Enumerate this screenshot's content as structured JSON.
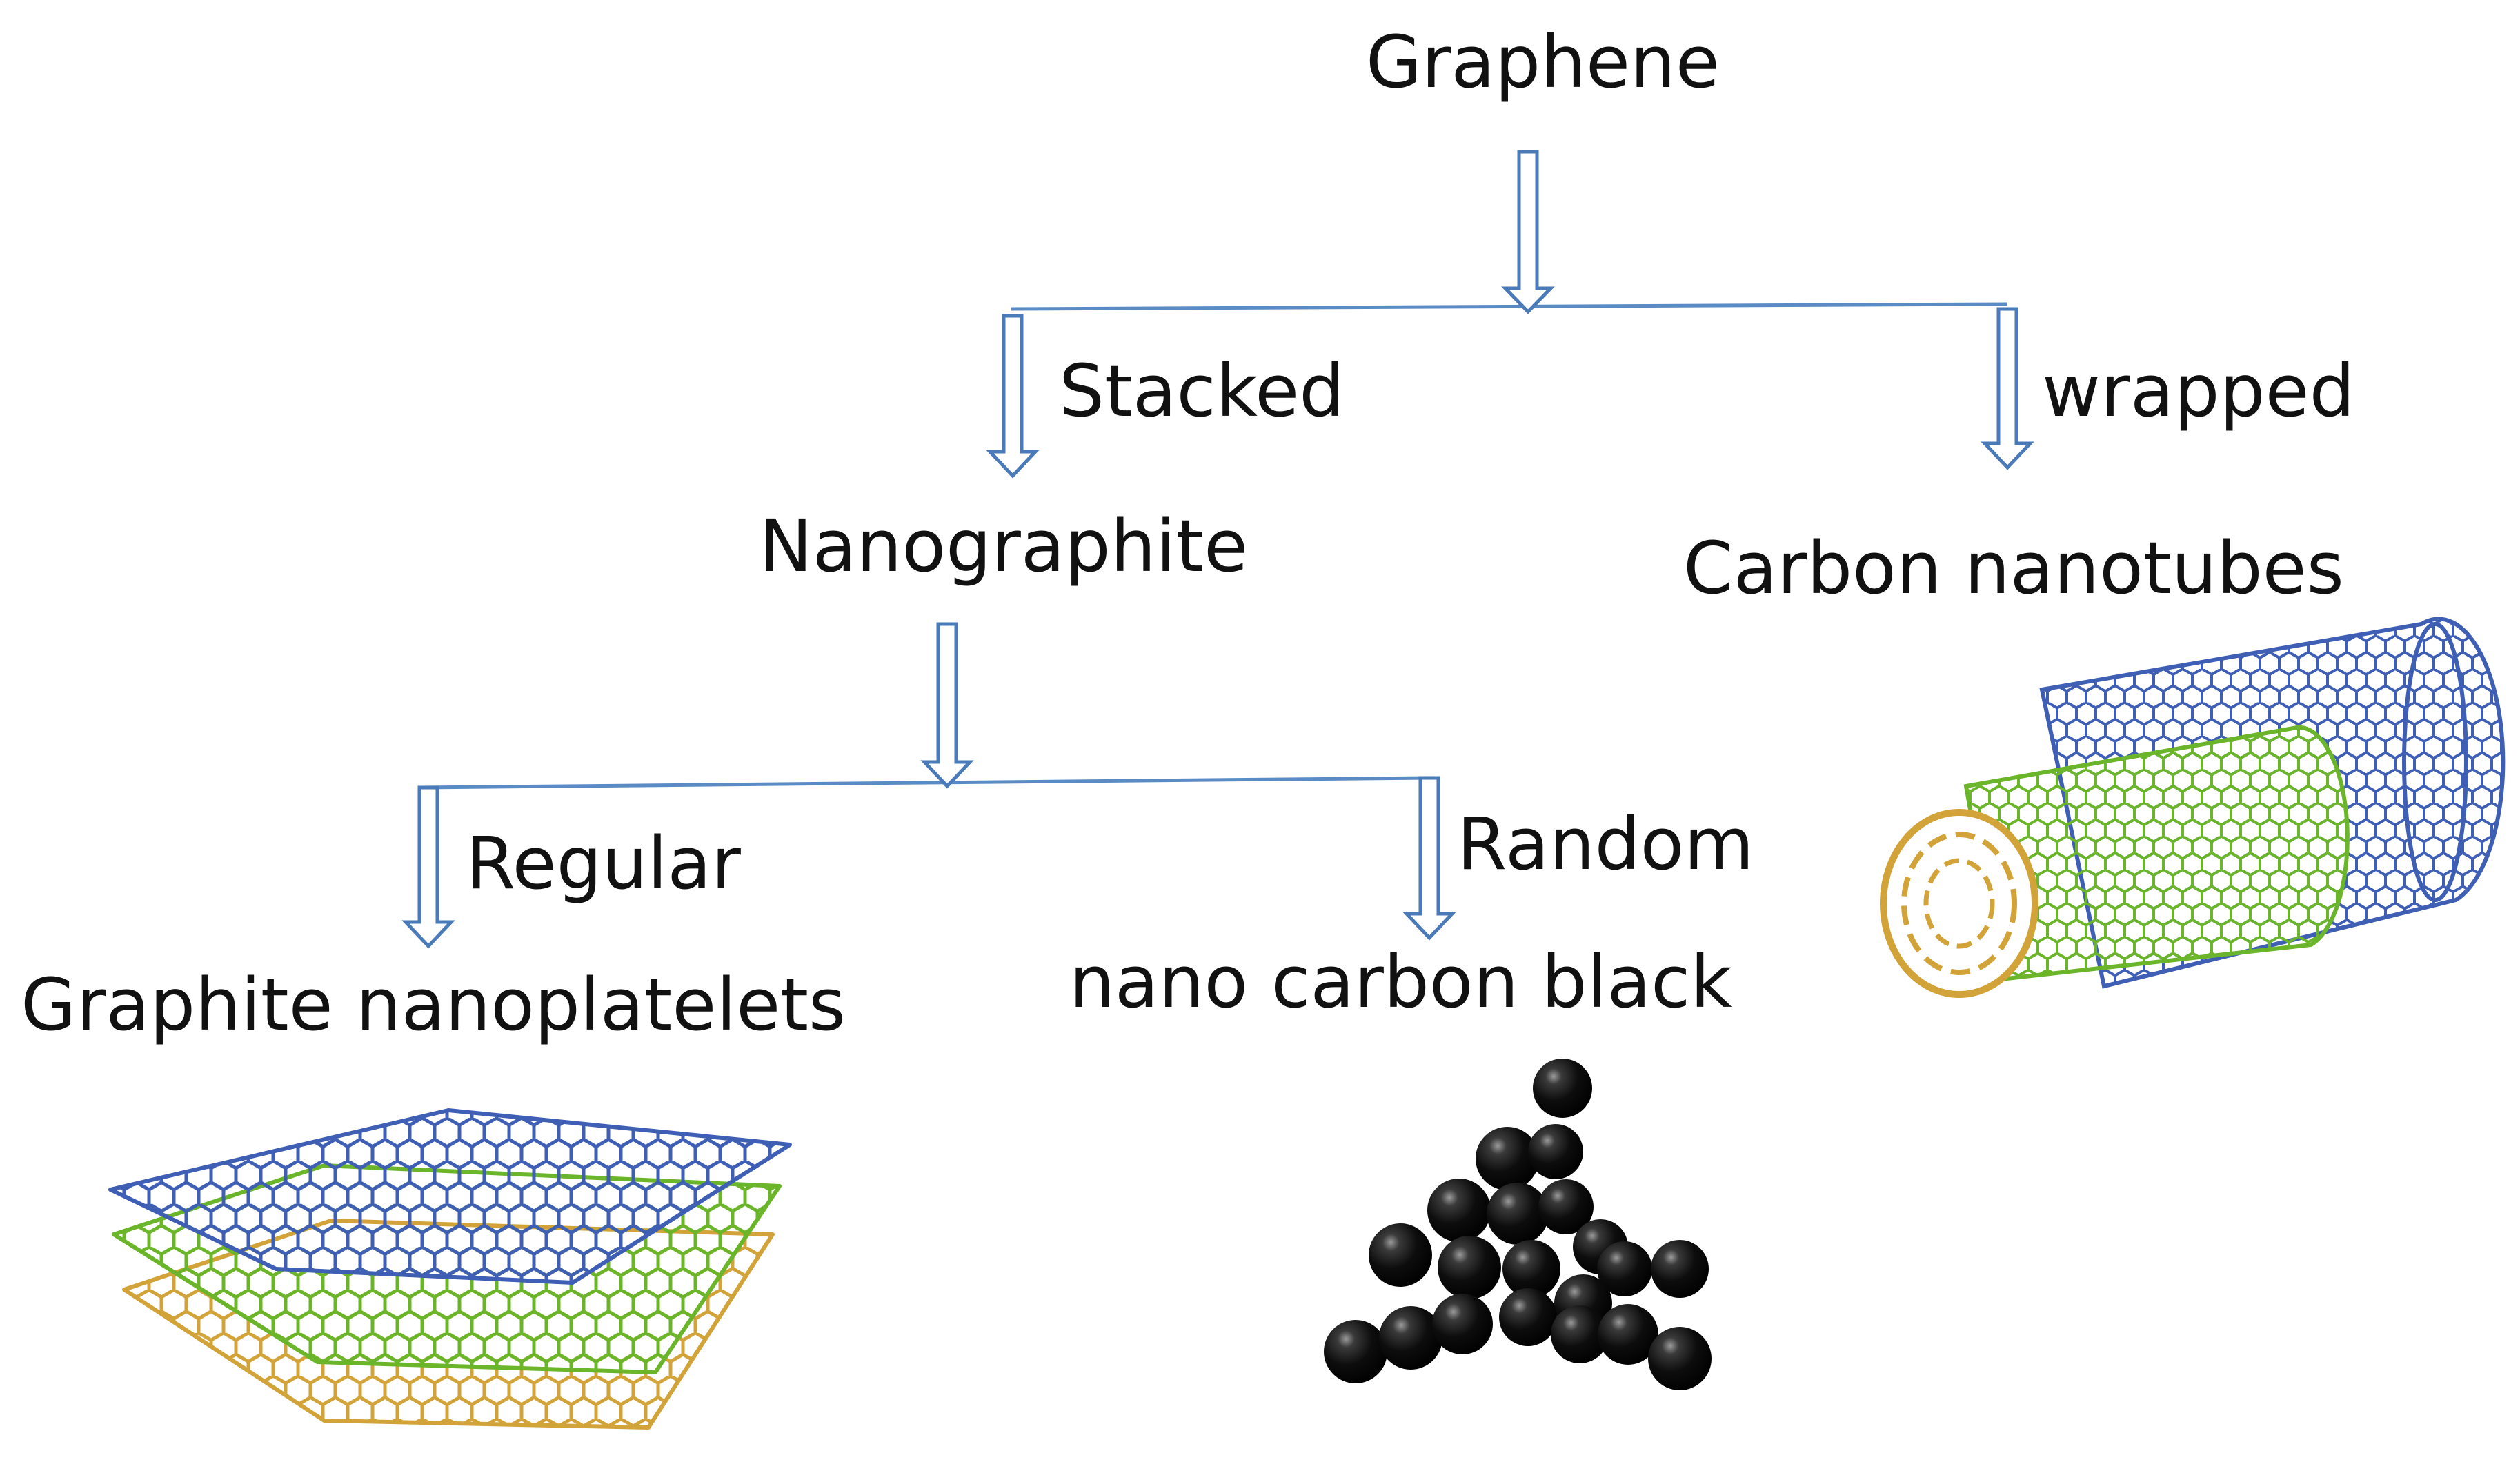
{
  "diagram": {
    "root": {
      "label": "Graphene"
    },
    "branches": {
      "stacked": {
        "label": "Stacked"
      },
      "wrapped": {
        "label": "wrapped"
      },
      "regular": {
        "label": "Regular"
      },
      "random": {
        "label": "Random"
      }
    },
    "nodes": {
      "nanographite": {
        "label": "Nanographite"
      },
      "carbon_nanotubes": {
        "label": "Carbon nanotubes"
      },
      "graphite_nanoplatelets": {
        "label": "Graphite nanoplatelets"
      },
      "nano_carbon_black": {
        "label": "nano carbon black"
      }
    },
    "colors": {
      "connector": "#5b8bc4",
      "arrow_outline": "#4a7ab8",
      "sheet_blue": "#3f5fb5",
      "sheet_green": "#6bb52a",
      "sheet_gold": "#d2a338",
      "sphere": "#0a0a0a",
      "text": "#111111"
    }
  }
}
